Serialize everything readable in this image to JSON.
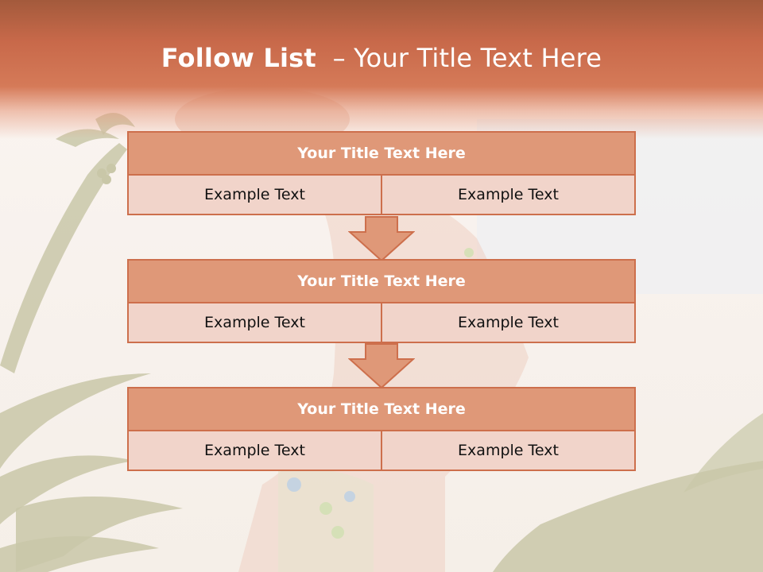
{
  "slide": {
    "title_bold": "Follow List",
    "title_rest": "  – Your Title Text Here",
    "steps": [
      {
        "title": "Your Title Text Here",
        "left": "Example Text",
        "right": "Example Text"
      },
      {
        "title": "Your Title Text Here",
        "left": "Example Text",
        "right": "Example Text"
      },
      {
        "title": "Your Title Text Here",
        "left": "Example Text",
        "right": "Example Text"
      }
    ]
  },
  "colors": {
    "header": "#c8694a",
    "box_head": "#df9878",
    "box_cell": "#f1d4ca",
    "border": "#cd6f4c",
    "palm": "#c9c7a8"
  }
}
